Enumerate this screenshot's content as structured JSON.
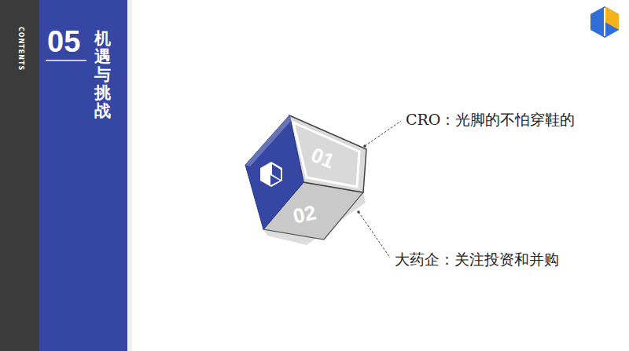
{
  "diagram": {
    "title": "机遇与挑战",
    "labels": [
      "CONTENTS",
      "05",
      "01",
      "02",
      "CRO：光脚的不怕穿鞋的",
      "大药企：关注投资和并购"
    ]
  }
}
